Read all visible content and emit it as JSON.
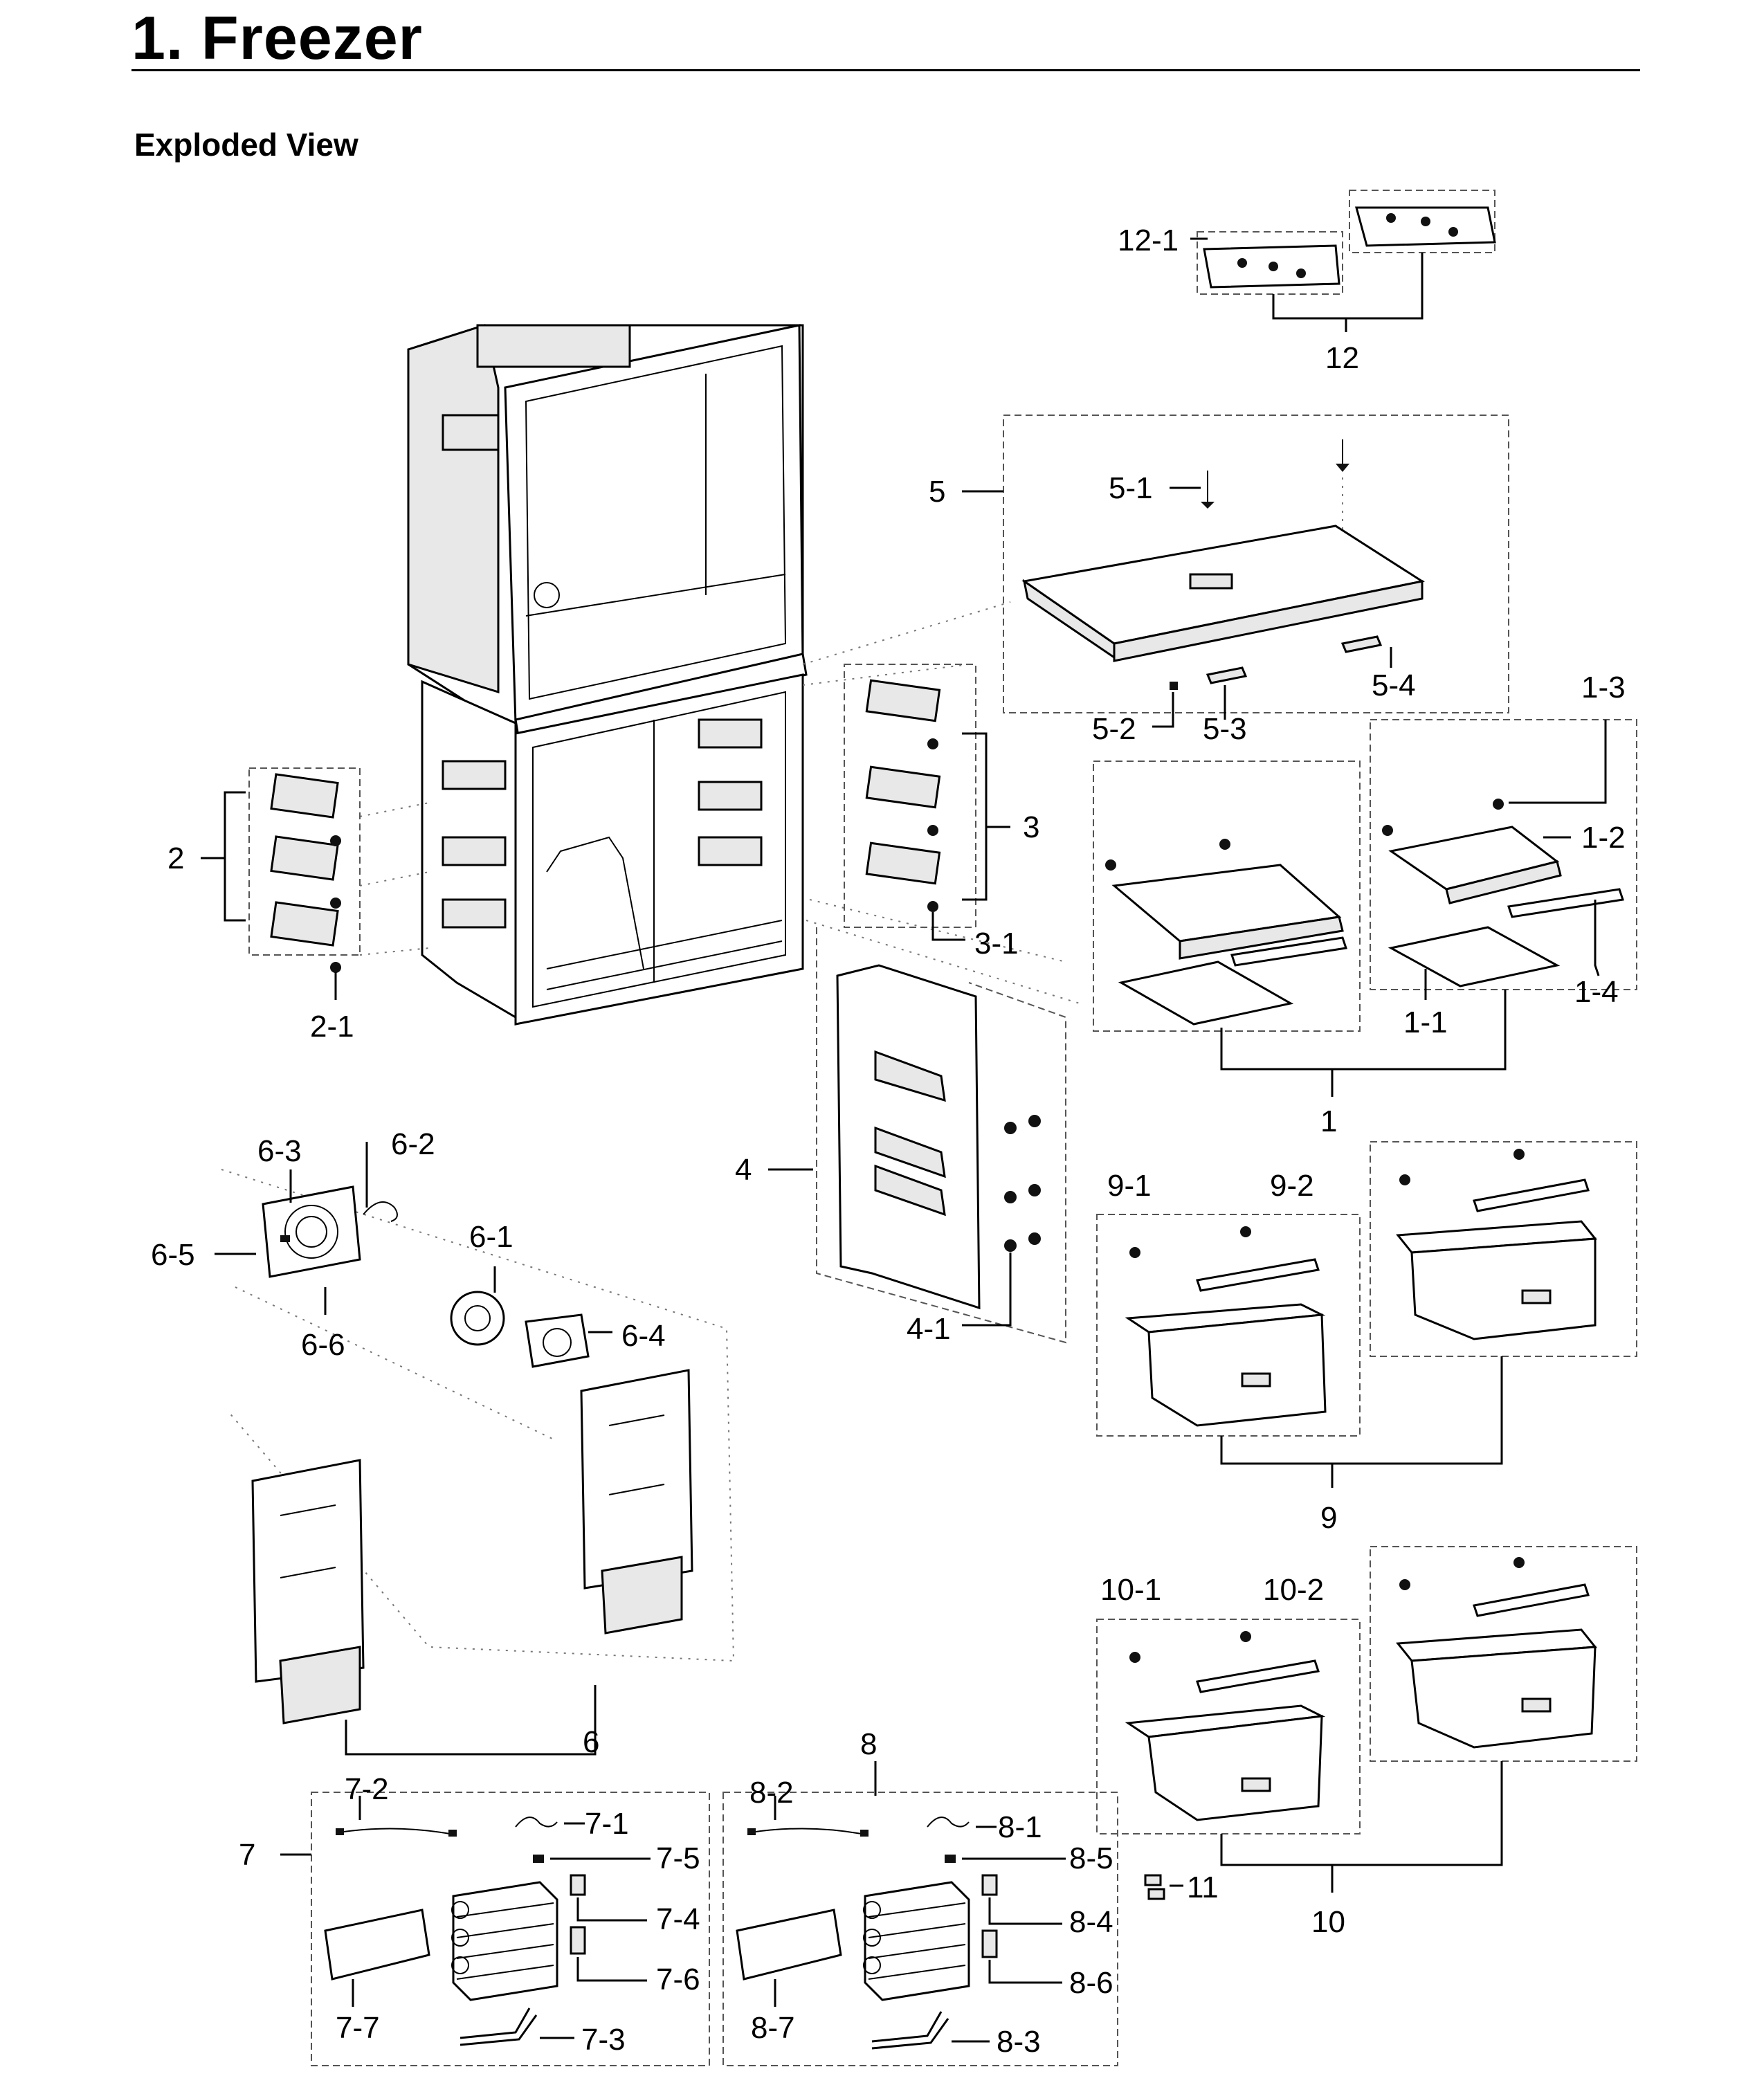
{
  "header": {
    "title": "1.  Freezer",
    "subtitle": "Exploded View"
  },
  "callouts": {
    "c1": "1",
    "c1_1": "1-1",
    "c1_2": "1-2",
    "c1_3": "1-3",
    "c1_4": "1-4",
    "c2": "2",
    "c2_1": "2-1",
    "c3": "3",
    "c3_1": "3-1",
    "c4": "4",
    "c4_1": "4-1",
    "c5": "5",
    "c5_1": "5-1",
    "c5_2": "5-2",
    "c5_3": "5-3",
    "c5_4": "5-4",
    "c6": "6",
    "c6_1": "6-1",
    "c6_2": "6-2",
    "c6_3": "6-3",
    "c6_4": "6-4",
    "c6_5": "6-5",
    "c6_6": "6-6",
    "c7": "7",
    "c7_1": "7-1",
    "c7_2": "7-2",
    "c7_3": "7-3",
    "c7_4": "7-4",
    "c7_5": "7-5",
    "c7_6": "7-6",
    "c7_7": "7-7",
    "c8": "8",
    "c8_1": "8-1",
    "c8_2": "8-2",
    "c8_3": "8-3",
    "c8_4": "8-4",
    "c8_5": "8-5",
    "c8_6": "8-6",
    "c8_7": "8-7",
    "c9": "9",
    "c9_1": "9-1",
    "c9_2": "9-2",
    "c10": "10",
    "c10_1": "10-1",
    "c10_2": "10-2",
    "c11": "11",
    "c12": "12",
    "c12_1": "12-1"
  }
}
